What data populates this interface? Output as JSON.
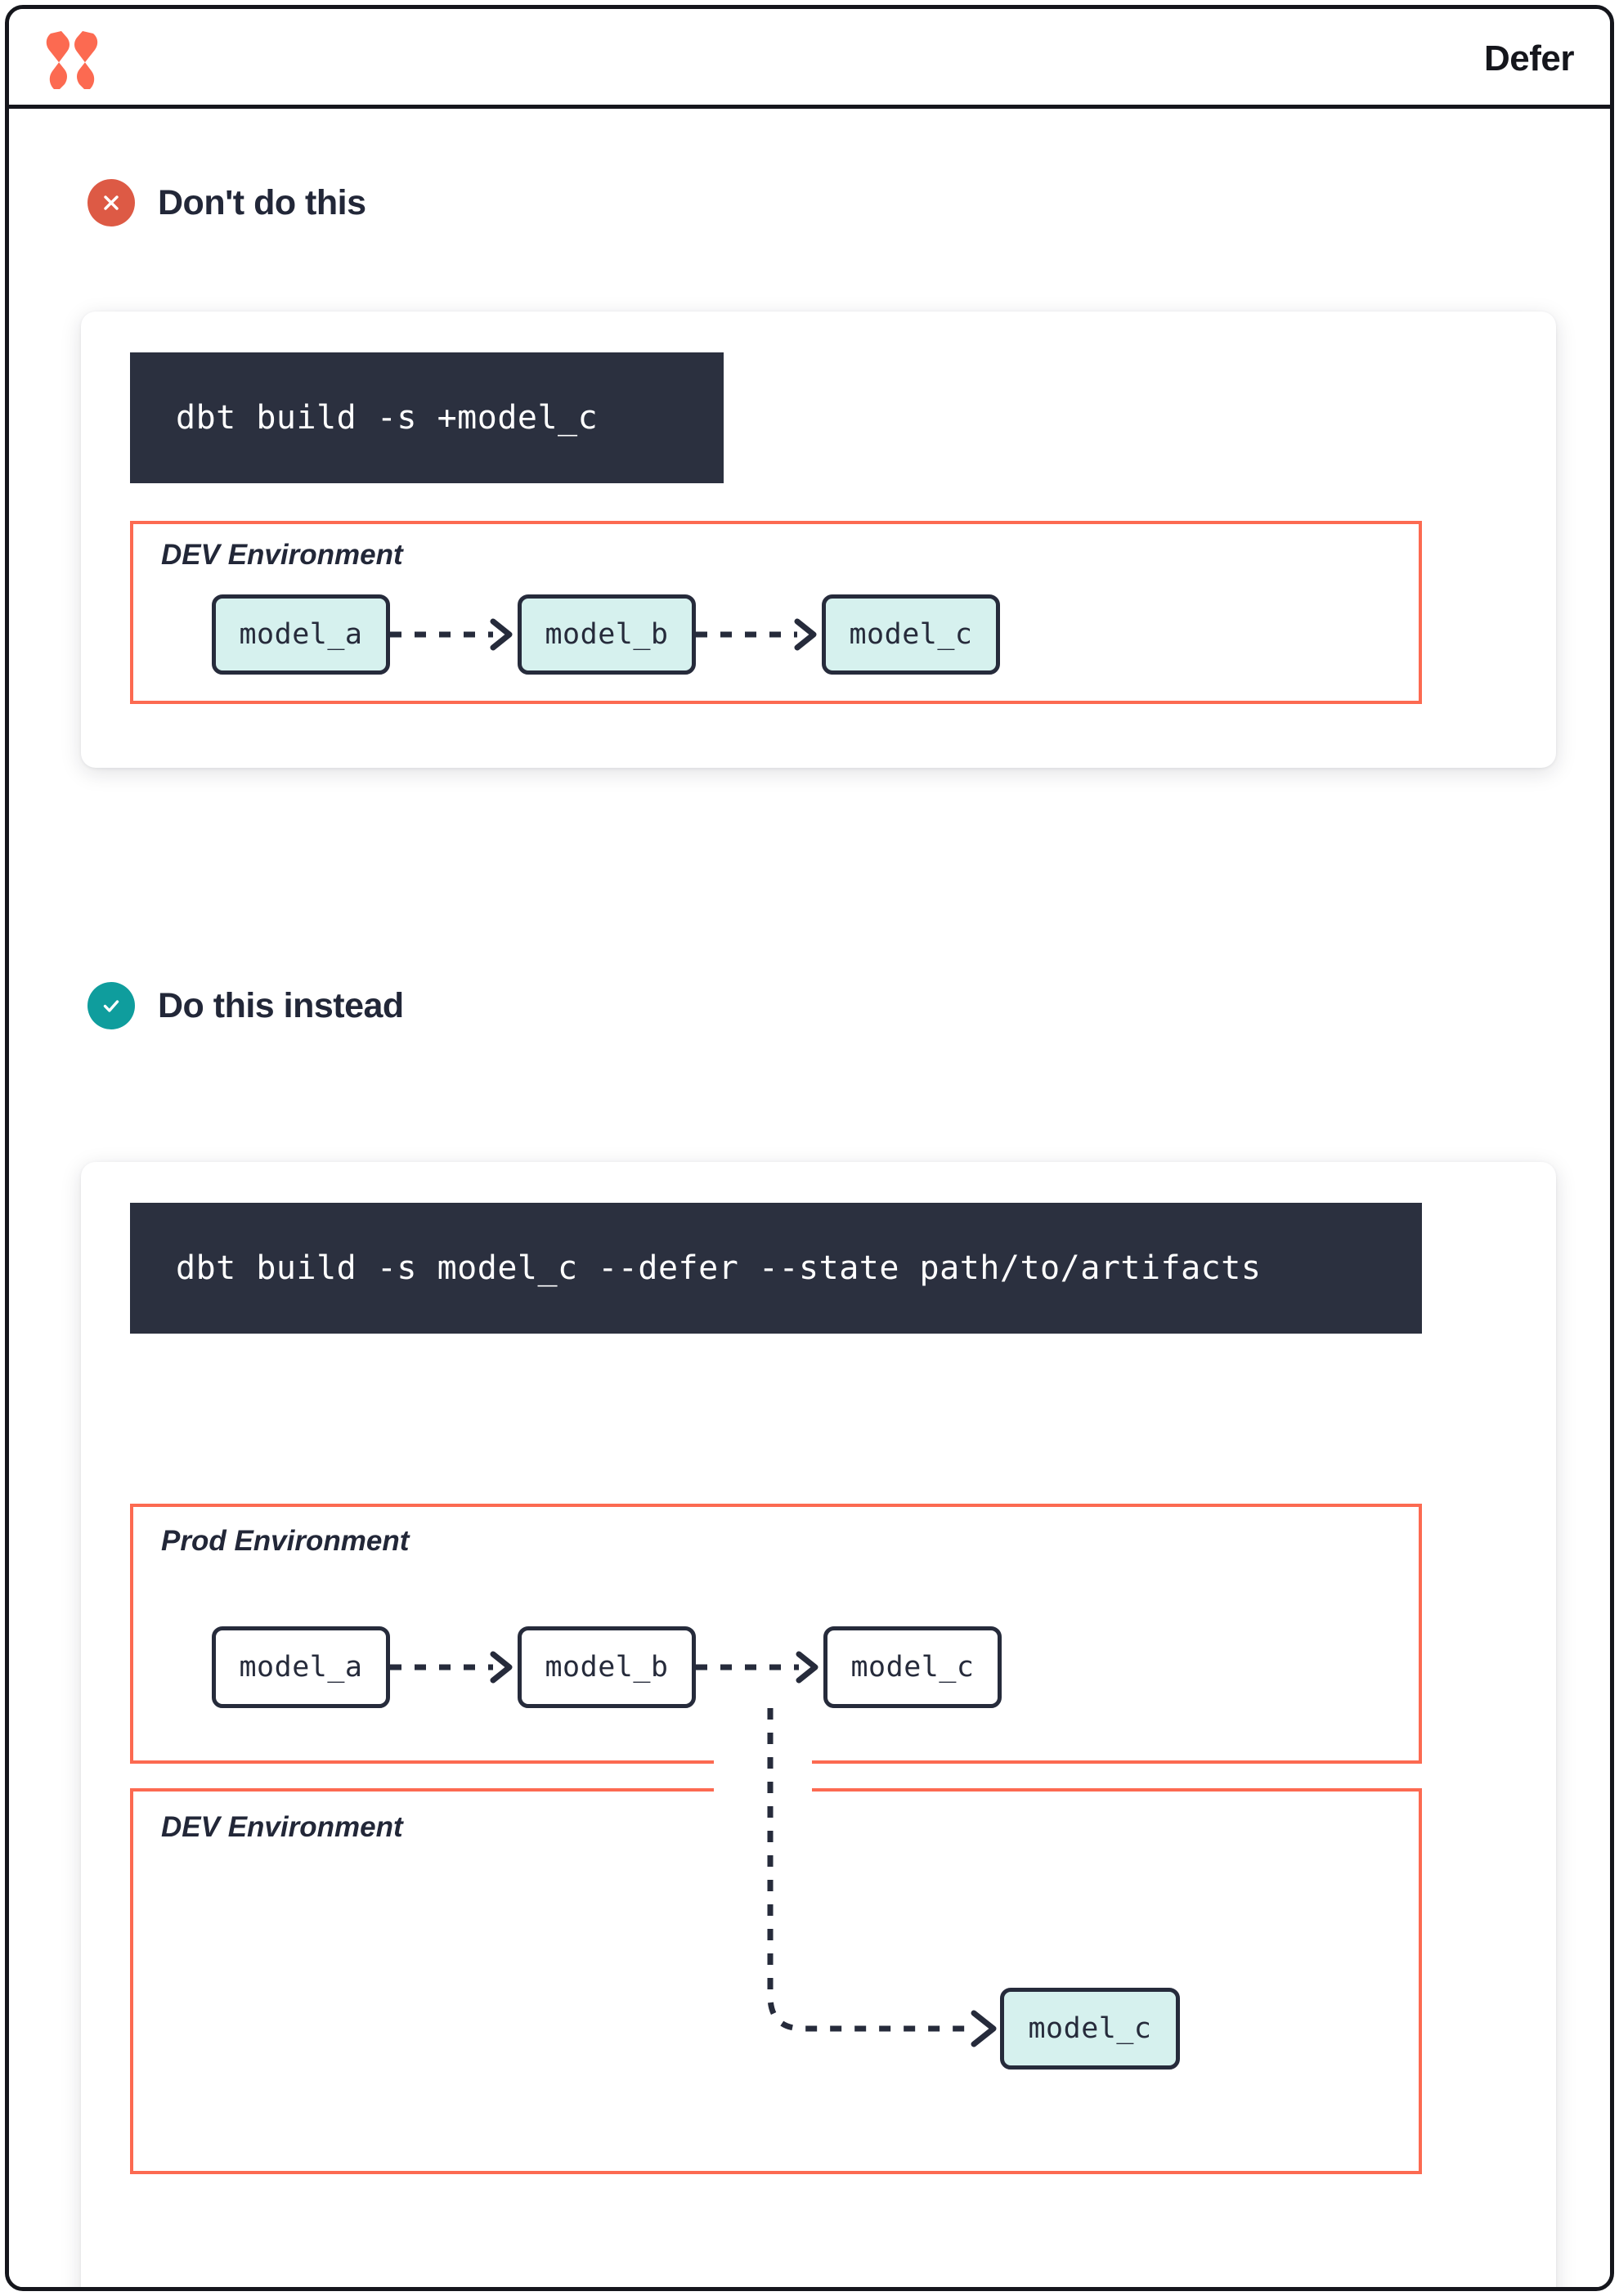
{
  "header": {
    "title": "Defer",
    "logo_icon": "dbt-logo-icon"
  },
  "sections": [
    {
      "id": "dont",
      "badge_icon": "x-circle-icon",
      "badge_color": "#dd5a45",
      "title": "Don't do this",
      "command": "dbt build -s +model_c",
      "environments": [
        {
          "label": "DEV Environment",
          "border_color": "#fc6a51",
          "nodes": [
            {
              "label": "model_a",
              "fill": "#d6f1ee"
            },
            {
              "label": "model_b",
              "fill": "#d6f1ee"
            },
            {
              "label": "model_c",
              "fill": "#d6f1ee"
            }
          ]
        }
      ]
    },
    {
      "id": "do",
      "badge_icon": "check-circle-icon",
      "badge_color": "#0f9d9d",
      "title": "Do this instead",
      "command": "dbt build -s model_c --defer --state path/to/artifacts",
      "environments": [
        {
          "label": "Prod Environment",
          "border_color": "#fc6a51",
          "nodes": [
            {
              "label": "model_a",
              "fill": "#ffffff"
            },
            {
              "label": "model_b",
              "fill": "#ffffff"
            },
            {
              "label": "model_c",
              "fill": "#ffffff"
            }
          ]
        },
        {
          "label": "DEV Environment",
          "border_color": "#fc6a51",
          "nodes": [
            {
              "label": "model_c",
              "fill": "#d6f1ee"
            }
          ]
        }
      ]
    }
  ],
  "colors": {
    "brand_orange": "#fc6a51",
    "ink": "#262b3b",
    "code_bg": "#2b303f",
    "teal": "#0f9d9d",
    "node_teal_fill": "#d6f1ee",
    "red": "#dd5a45"
  }
}
